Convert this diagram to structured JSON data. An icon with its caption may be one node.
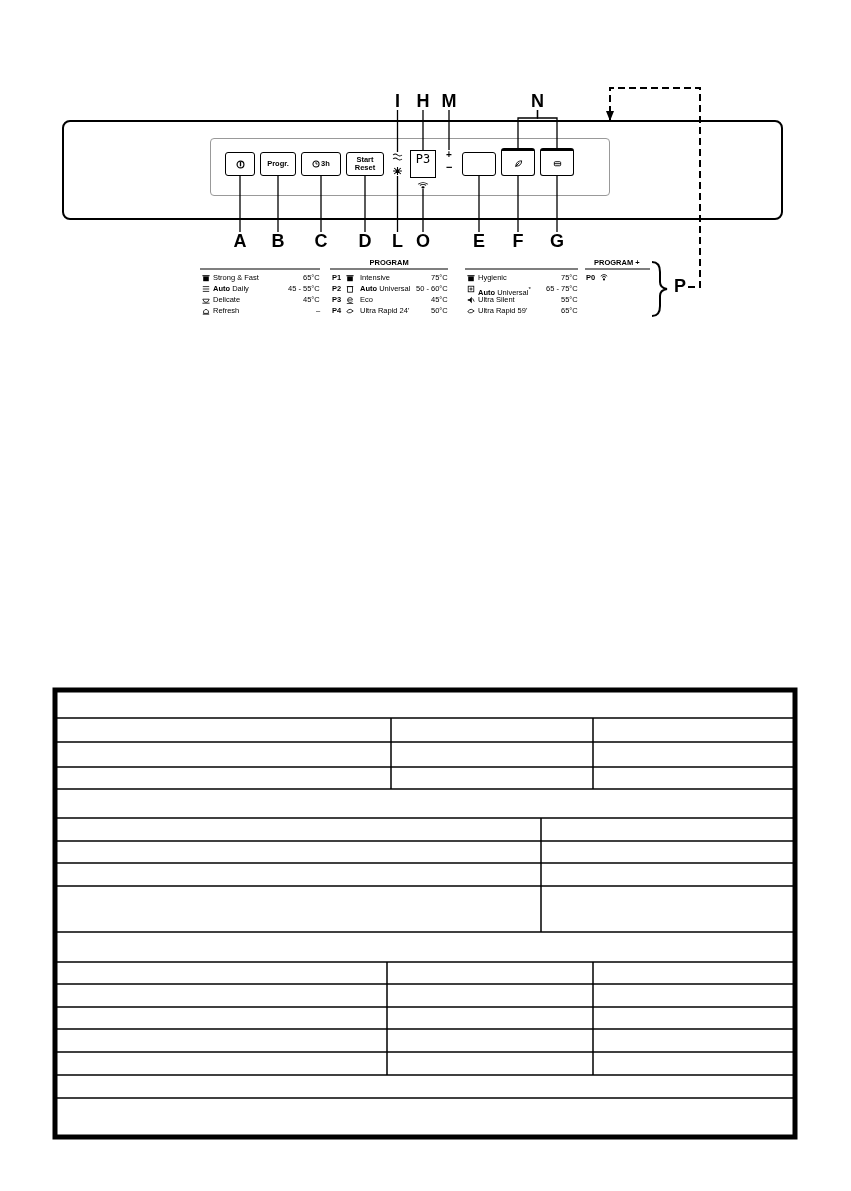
{
  "diagram": {
    "nodes": [
      {
        "text": [
          "I"
        ]
      },
      {
        "text": [
          "H"
        ]
      },
      {
        "text": [
          "M"
        ]
      },
      {
        "text": [
          "N"
        ]
      },
      {
        "text": [],
        "shape": "box"
      },
      {
        "text": [],
        "shape": "box",
        "in": 4
      },
      {
        "text": [
          "Progr."
        ],
        "in": 4
      },
      {
        "text": [
          "3h"
        ],
        "in": 4
      },
      {
        "text": [
          "Start Reset"
        ],
        "in": 4
      },
      {
        "text": [],
        "shape": "icon",
        "in": 4
      },
      {
        "text": [],
        "shape": "icon",
        "in": 4
      },
      {
        "text": [
          "P3"
        ],
        "in": 4
      },
      {
        "text": [],
        "shape": "icon",
        "in": 4
      },
      {
        "text": [
          "+"
        ],
        "in": 4
      },
      {
        "text": [],
        "shape": "box",
        "in": 4
      },
      {
        "text": [],
        "shape": "box",
        "in": 4
      },
      {
        "text": [],
        "shape": "box",
        "in": 4
      },
      {
        "text": [
          "A"
        ]
      },
      {
        "text": [
          "B"
        ]
      },
      {
        "text": [
          "C"
        ]
      },
      {
        "text": [
          "D"
        ]
      },
      {
        "text": [
          "L"
        ]
      },
      {
        "text": [
          "O"
        ]
      },
      {
        "text": [
          "E"
        ]
      },
      {
        "text": [
          "F"
        ]
      },
      {
        "text": [
          "G"
        ]
      },
      {
        "text": [
          "P"
        ]
      }
    ],
    "edges": [
      {
        "from": 0,
        "to": 9,
        "arrow": "none"
      },
      {
        "from": 1,
        "to": 11,
        "arrow": "none"
      },
      {
        "from": 2,
        "to": 13,
        "arrow": "none"
      },
      {
        "from": 3,
        "to": 15,
        "arrow": "none"
      },
      {
        "from": 3,
        "to": 16,
        "arrow": "none"
      },
      {
        "from": 17,
        "to": 5,
        "arrow": "none"
      },
      {
        "from": 18,
        "to": 6,
        "arrow": "none"
      },
      {
        "from": 19,
        "to": 7,
        "arrow": "none"
      },
      {
        "from": 20,
        "to": 8,
        "arrow": "none"
      },
      {
        "from": 21,
        "to": 10,
        "arrow": "none"
      },
      {
        "from": 22,
        "to": 12,
        "arrow": "none"
      },
      {
        "from": 23,
        "to": 14,
        "arrow": "none"
      },
      {
        "from": 24,
        "to": 15,
        "arrow": "none"
      },
      {
        "from": 25,
        "to": 16,
        "arrow": "none"
      },
      {
        "from": 26,
        "to": 4,
        "arrow": "to",
        "style": "dashed"
      }
    ],
    "labels": [
      "−",
      "Strong & Fast",
      "65°C",
      "**Auto** Daily",
      "45 - 55°C",
      "Delicate",
      "45°C",
      "Refresh",
      "–",
      "PROGRAM",
      "P1",
      "Intensive",
      "75°C",
      "P2",
      "**Auto** Universal",
      "50 - 60°C",
      "P3",
      "Eco",
      "45°C",
      "P4",
      "Ultra Rapid 24'",
      "50°C",
      "Hygienic",
      "75°C",
      "**Auto** Universal$^{*}$",
      "65 - 75°C",
      "Ultra Silent",
      "55°C",
      "Ultra Rapid 59'",
      "65°C",
      "PROGRAM +",
      "P0"
    ]
  }
}
